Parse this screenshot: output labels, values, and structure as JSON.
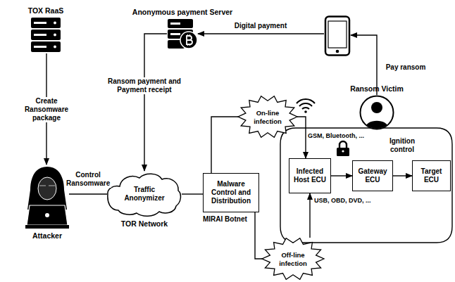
{
  "diagram": {
    "nodes": [
      {
        "text": [
          "TOX RaaS"
        ]
      },
      {
        "text": [
          "Anonymous payment Server"
        ]
      },
      {
        "text": []
      },
      {
        "text": [
          "Attacker"
        ]
      },
      {
        "text": [
          "Traffic Anonymizer",
          "TOR Network"
        ]
      },
      {
        "text": [
          "Malware Control and Distribution"
        ]
      },
      {
        "text": [
          "On-line infection"
        ]
      },
      {
        "text": [
          "Off-line infection"
        ]
      },
      {
        "text": [
          "Ransom Victim"
        ]
      },
      {
        "text": [
          "Infected Host ECU"
        ]
      },
      {
        "text": [
          "Gateway ECU"
        ]
      },
      {
        "text": [
          "Target ECU"
        ]
      }
    ],
    "edges": [
      {
        "from": 0,
        "to": 3,
        "label": "Create Ransomware package",
        "arrow": "to"
      },
      {
        "from": 3,
        "to": 4,
        "label": "Control Ransomware",
        "arrow": "none"
      },
      {
        "from": 1,
        "to": 4,
        "label": "Ransom payment and Payment receipt",
        "arrow": "to"
      },
      {
        "from": 2,
        "to": 1,
        "label": "Digital payment",
        "arrow": "to"
      },
      {
        "from": 8,
        "to": 2,
        "label": "Pay ransom",
        "arrow": "to"
      },
      {
        "from": 4,
        "to": 5,
        "arrow": "none"
      },
      {
        "from": 5,
        "to": 6,
        "arrow": "none"
      },
      {
        "from": 6,
        "to": 9,
        "arrow": "to"
      },
      {
        "from": 5,
        "to": 7,
        "arrow": "none"
      },
      {
        "from": 7,
        "to": 9,
        "arrow": "to"
      },
      {
        "from": 9,
        "to": 10,
        "arrow": "to"
      },
      {
        "from": 10,
        "to": 11,
        "label": "Ignition control",
        "arrow": "to"
      }
    ],
    "labels": [
      "MIRAI Botnet",
      "GSM, Bluetooth, ...",
      "USB, OBD, DVD, ..."
    ]
  }
}
